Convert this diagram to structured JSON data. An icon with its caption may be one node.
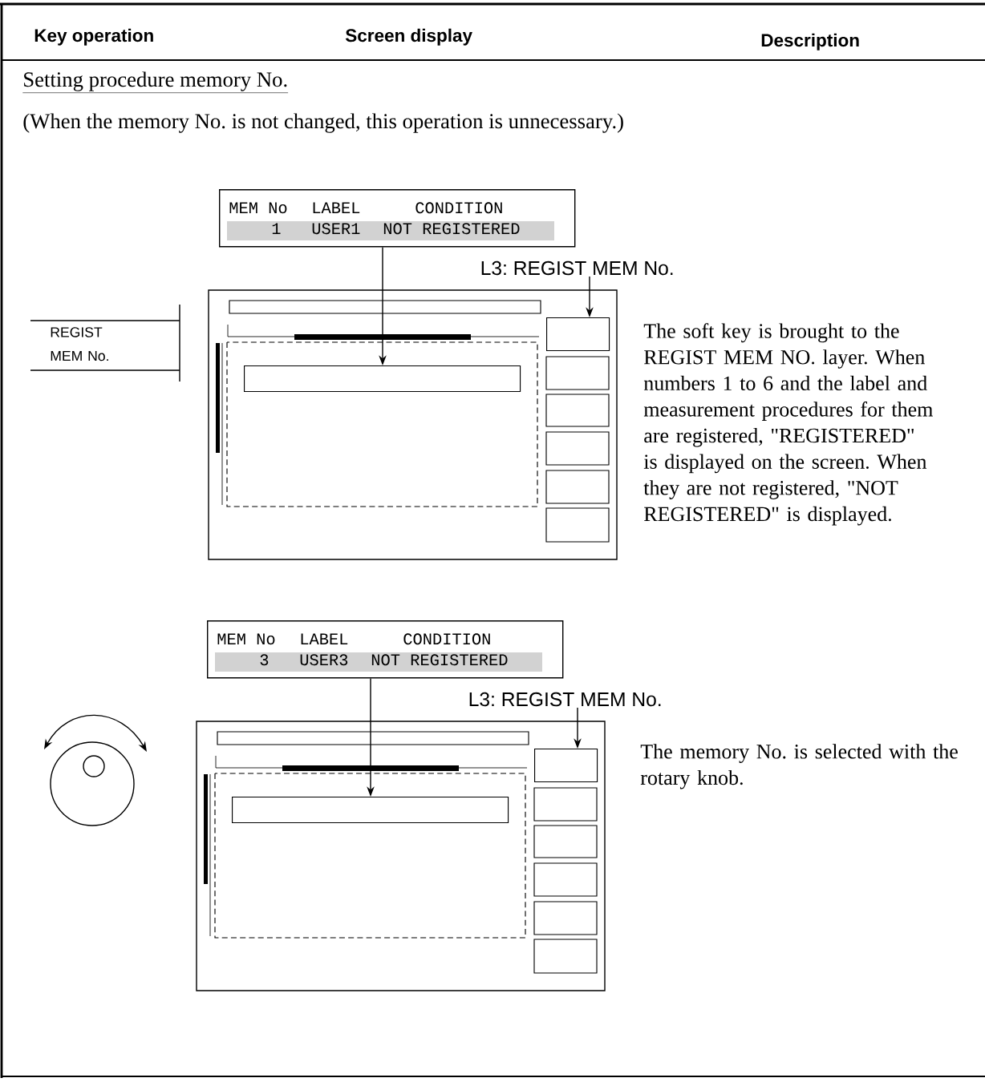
{
  "diagram": {
    "title": "Setting procedure memory No.",
    "nodes": [
      {
        "text": [
          "MEM No",
          "LABEL",
          "CONDITION",
          "1",
          "USER1",
          "NOT REGISTERED"
        ]
      },
      {
        "text": [
          "L3: REGIST MEM No."
        ]
      },
      {
        "text": [],
        "shape": "box"
      },
      {
        "text": [],
        "shape": "box"
      },
      {
        "text": [
          "MEM No",
          "LABEL",
          "CONDITION",
          "3",
          "USER3",
          "NOT REGISTERED"
        ]
      },
      {
        "text": [
          "L3: REGIST MEM No."
        ]
      },
      {
        "text": [],
        "shape": "box"
      },
      {
        "text": [],
        "shape": "box"
      }
    ],
    "edges": [
      {
        "from": 0,
        "to": 3,
        "arrow": "to"
      },
      {
        "from": 1,
        "to": 2,
        "arrow": "to"
      },
      {
        "from": 4,
        "to": 7,
        "arrow": "to"
      },
      {
        "from": 5,
        "to": 6,
        "arrow": "to"
      }
    ],
    "labels": [
      "Key operation",
      "Screen display",
      "Description",
      "(When the memory No. is not changed, this operation is unnecessary.)",
      "REGIST MEM No.",
      "The soft key is brought to the REGIST MEM NO. layer. When numbers 1 to 6 and the label and measurement procedures for them are registered, \"REGISTERED\" is displayed on the screen. When they are not registered, \"NOT REGISTERED\" is displayed.",
      "The memory No. is selected with the rotary knob."
    ]
  }
}
